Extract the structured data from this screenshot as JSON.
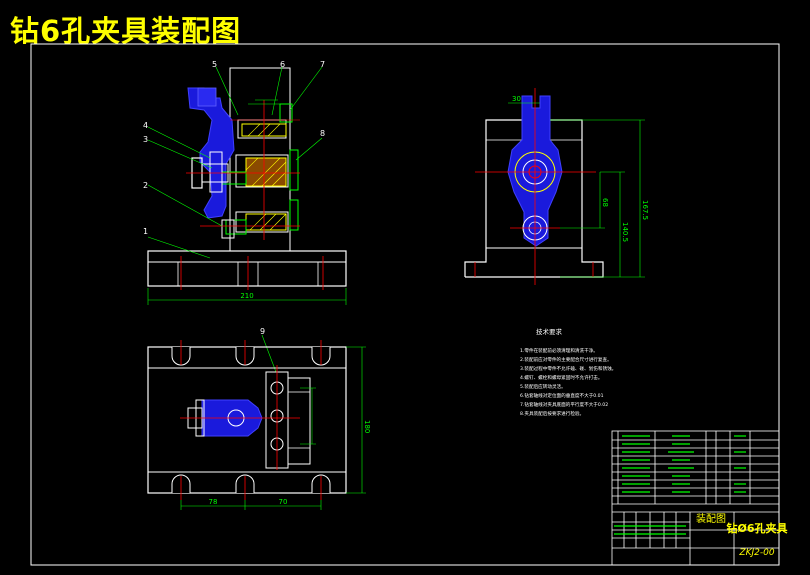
{
  "title": "钻6孔夹具装配图",
  "balloons": [
    "1",
    "2",
    "3",
    "4",
    "5",
    "6",
    "7",
    "8",
    "9"
  ],
  "dims": {
    "front_width": "210",
    "top_left": "78",
    "top_mid": "70",
    "top_height": "180",
    "side_top": "30",
    "side_h1": "167.5",
    "side_h2": "140.5",
    "side_mid": "68"
  },
  "tech_title": "技术要求",
  "tech_lines": [
    "1.零件在装配前必须清理和清洗干净。",
    "2.装配前应对零件的主要配合尺寸进行复查。",
    "3.装配过程中零件不允许磕、碰、划伤和锈蚀。",
    "4.螺钉、螺栓和螺母紧固时不允许打击。",
    "5.装配后应转动灵活。",
    "6.钻套轴线对定位面的垂直度不大于0.01",
    "7.钻套轴线对夹具底面的平行度不大于0.02",
    "8.夹具装配后按要求进行检验。"
  ],
  "title_block": {
    "drawing_name": "装配图",
    "part_name": "钻Ø6孔夹具",
    "drawing_no": "ZKJ2-00"
  }
}
